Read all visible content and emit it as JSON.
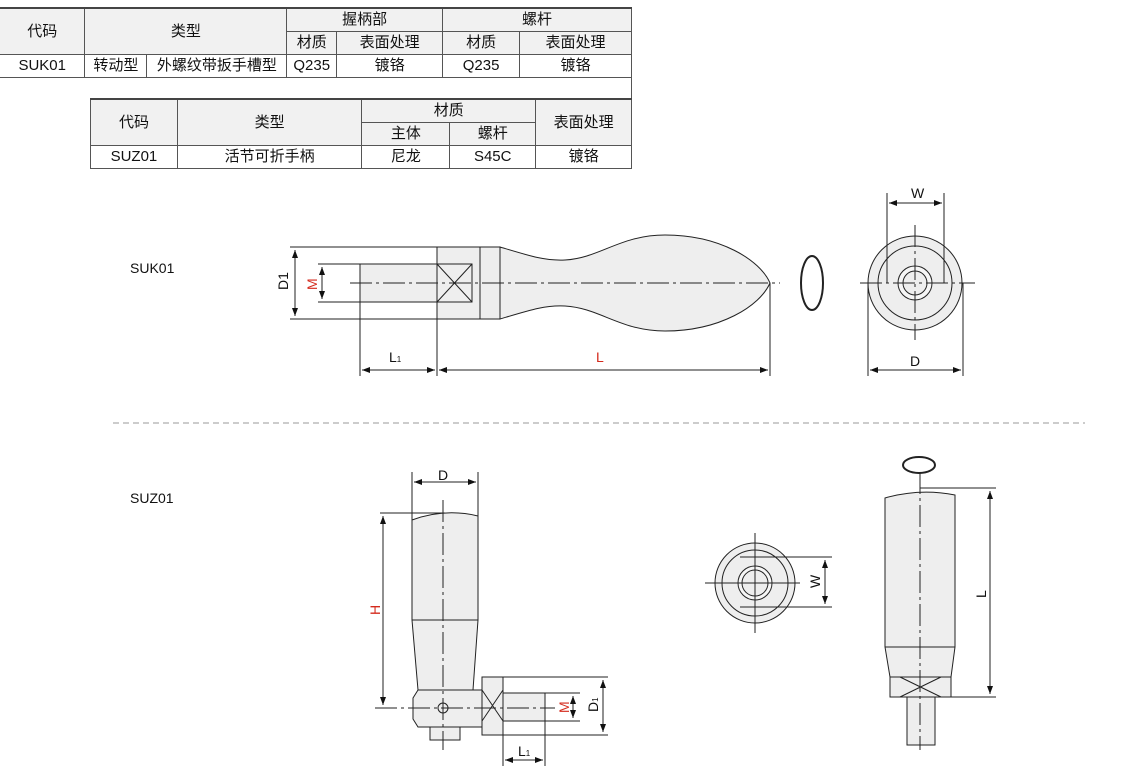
{
  "table_suk": {
    "headers": {
      "code": "代码",
      "type": "类型",
      "grip": "握柄部",
      "screw": "螺杆",
      "material": "材质",
      "surface": "表面处理"
    },
    "row": {
      "code": "SUK01",
      "type1": "转动型",
      "type2": "外螺纹带扳手槽型",
      "grip_material": "Q235",
      "grip_surface": "镀铬",
      "screw_material": "Q235",
      "screw_surface": "镀铬"
    }
  },
  "table_suz": {
    "headers": {
      "code": "代码",
      "type": "类型",
      "material": "材质",
      "body": "主体",
      "screw": "螺杆",
      "surface": "表面处理"
    },
    "row": {
      "code": "SUZ01",
      "type": "活节可折手柄",
      "body": "尼龙",
      "screw": "S45C",
      "surface": "镀铬"
    }
  },
  "drawing_suk": {
    "title": "SUK01",
    "dims": {
      "D1": "D1",
      "M": "M",
      "L1": "L",
      "L1_sub": "1",
      "L": "L",
      "W": "W",
      "D": "D"
    }
  },
  "drawing_suz": {
    "title": "SUZ01",
    "dims": {
      "D": "D",
      "H": "H",
      "M": "M",
      "D1": "D",
      "D1_sub": "1",
      "L1": "L",
      "L1_sub": "1",
      "W": "W",
      "L": "L"
    }
  },
  "colors": {
    "part_fill": "#eeeeee",
    "dim_red": "#d42a1c"
  }
}
